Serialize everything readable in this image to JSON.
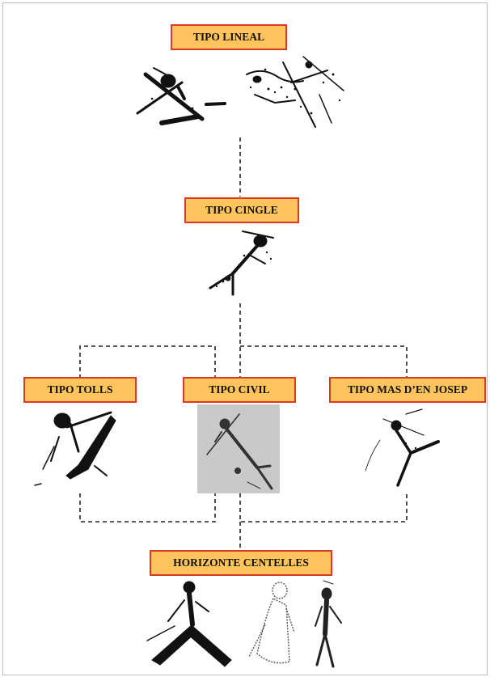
{
  "nodes": [
    {
      "id": "lineal",
      "label": "TIPO LINEAL"
    },
    {
      "id": "cingle",
      "label": "TIPO CINGLE"
    },
    {
      "id": "tolls",
      "label": "TIPO TOLLS"
    },
    {
      "id": "civil",
      "label": "TIPO CIVIL"
    },
    {
      "id": "masdenjosep",
      "label": "TIPO MAS D’EN JOSEP"
    },
    {
      "id": "centelles",
      "label": "HORIZONTE CENTELLES"
    }
  ],
  "colors": {
    "box_fill": "#ffc45c",
    "box_border": "#d93a22",
    "connector": "#222222",
    "figure_ink": "#111111",
    "civil_background": "#c9c9c9"
  },
  "connectors": [
    "lineal-cingle",
    "cingle-group",
    "group-centelles"
  ]
}
